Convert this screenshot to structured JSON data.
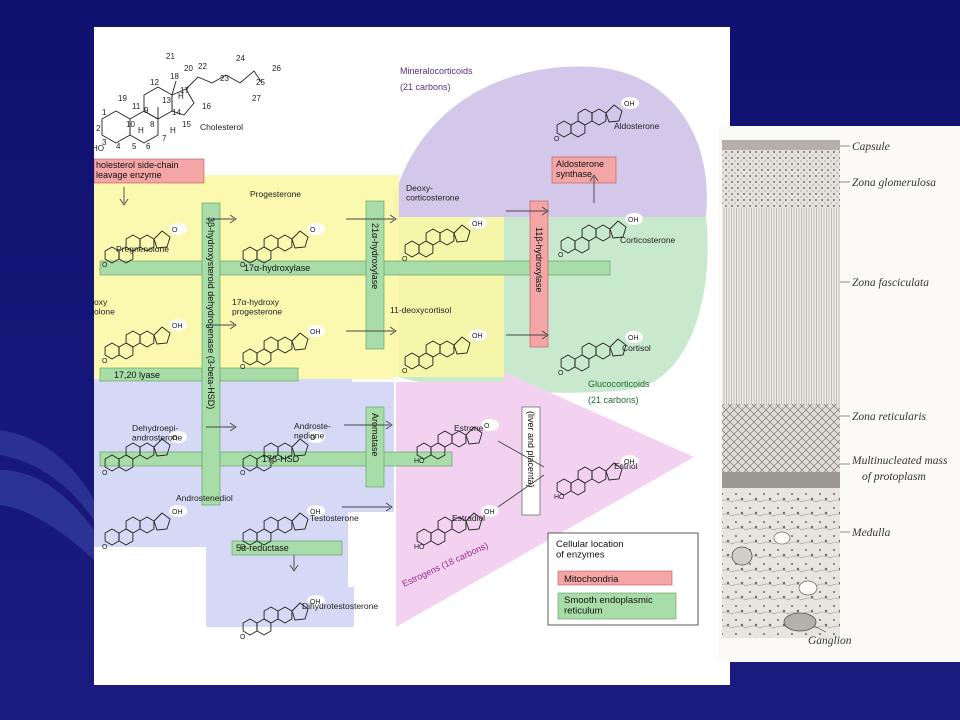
{
  "colors": {
    "slide_bg": "#1a1a6e",
    "mineralocorticoid_region": "#cbbde6",
    "glucocorticoid_region": "#bfe5c6",
    "estrogen_region": "#f2d2f0",
    "androgen_region": "#d6d9f5",
    "yellow_region": "#fbf7a6",
    "mitochondria_box": "#f4a6a6",
    "smooth_er_box": "#a8dca8"
  },
  "pathway": {
    "cholesterol_numbers": [
      "21",
      "22",
      "24",
      "26",
      "18",
      "20",
      "23",
      "25",
      "27",
      "12",
      "17",
      "19",
      "11",
      "13",
      "16",
      "14",
      "15",
      "9",
      "10",
      "8",
      "1",
      "2",
      "3",
      "4",
      "5",
      "6",
      "7"
    ],
    "H_labels": [
      "H",
      "H",
      "H"
    ],
    "HO_label": "HO",
    "cholesterol": "Cholesterol",
    "categories": {
      "mineralocorticoids": "Mineralocorticoids",
      "mineralocorticoids_carbons": "(21 carbons)",
      "glucocorticoids": "Glucocorticoids",
      "glucocorticoids_carbons": "(21 carbons)",
      "estrogens": "Estrogens (18 carbons)"
    },
    "compounds": {
      "pregnenolone": "Pregnenolone",
      "progesterone": "Progesterone",
      "deoxycorticosterone": "Deoxy-\ncorticosterone",
      "corticosterone": "Corticosterone",
      "aldosterone": "Aldosterone",
      "hydroxypregnenolone": "oxy\nolone",
      "hydroxyprogesterone": "17α-hydroxy\nprogesterone",
      "deoxycortisol": "11-deoxycortisol",
      "cortisol": "Cortisol",
      "dhea": "Dehydroepi-\nandrosterone",
      "androstenedione": "Androste-\nnedione",
      "estrone": "Estrone",
      "estriol": "Estriol",
      "androstenediol": "Androstenediol",
      "testosterone": "Testosterone",
      "estradiol": "Estradiol",
      "dht": "Dihydrotestosterone"
    },
    "functional_groups": {
      "O": "O",
      "OH": "OH",
      "HO": "HO",
      "H": "H"
    },
    "enzymes": {
      "side_chain": "holesterol side-chain\nleavage enzyme",
      "hydroxylase_17a": "17α-hydroxylase",
      "hsd_3b": "3β-hydroxysteroid dehydrogenase (3-beta-HSD)",
      "hydroxylase_21a": "21α-hydroxylase",
      "hydroxylase_11b": "11β-hydroxylase",
      "aldosterone_synthase": "Aldosterone\nsynthase",
      "lyase_1720": "17,20 lyase",
      "hsd_17b": "17β-HSD",
      "aromatase": "Aromatase",
      "liver_placenta": "(liver and placenta)",
      "reductase_5a": "5α-reductase"
    },
    "legend": {
      "title": "Cellular location\nof enzymes",
      "mitochondria": "Mitochondria",
      "smooth_er": "Smooth endoplasmic\nreticulum"
    }
  },
  "histology": {
    "labels": {
      "capsule": "Capsule",
      "zona_glomerulosa": "Zona glomerulosa",
      "zona_fasciculata": "Zona fasciculata",
      "zona_reticularis": "Zona reticularis",
      "multinucleated_1": "Multinucleated mass",
      "multinucleated_2": "of protoplasm",
      "medulla": "Medulla",
      "ganglion": "Ganglion"
    }
  }
}
